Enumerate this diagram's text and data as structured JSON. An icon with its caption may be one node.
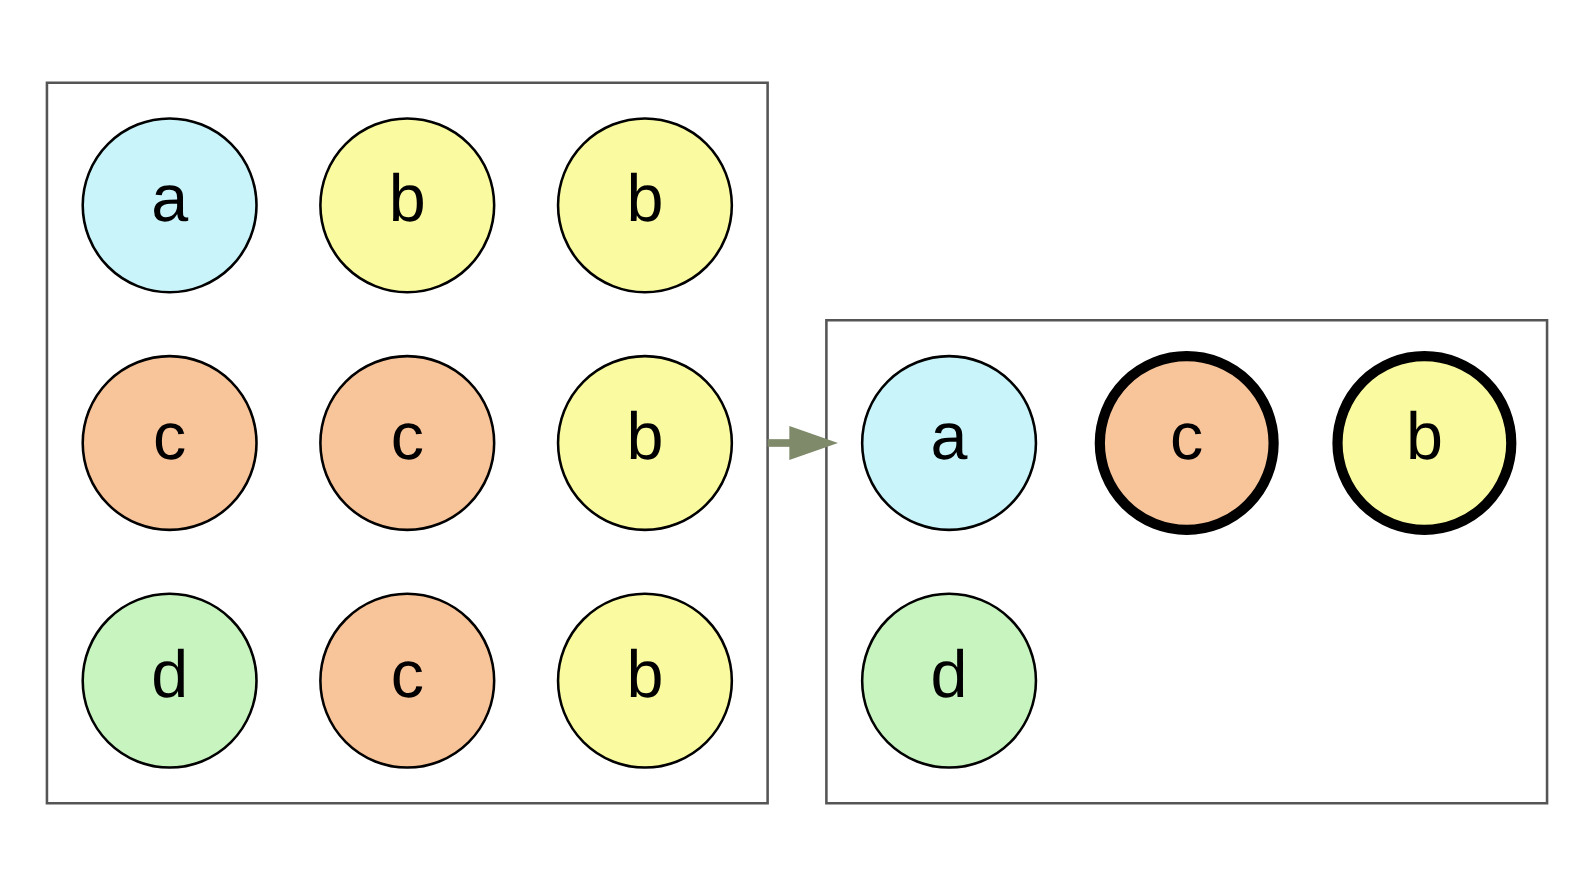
{
  "diagram": {
    "nodes": [
      {
        "text": [],
        "shape": "box"
      },
      {
        "text": [
          "a"
        ],
        "in": 0
      },
      {
        "text": [
          "b"
        ],
        "in": 0
      },
      {
        "text": [
          "b"
        ],
        "in": 0
      },
      {
        "text": [
          "c"
        ],
        "in": 0
      },
      {
        "text": [
          "c"
        ],
        "in": 0
      },
      {
        "text": [
          "b"
        ],
        "in": 0
      },
      {
        "text": [
          "d"
        ],
        "in": 0
      },
      {
        "text": [
          "c"
        ],
        "in": 0
      },
      {
        "text": [
          "b"
        ],
        "in": 0
      },
      {
        "text": [],
        "shape": "box"
      },
      {
        "text": [
          "a"
        ],
        "in": 10
      },
      {
        "text": [
          "b"
        ],
        "in": 10
      },
      {
        "text": [
          "c"
        ],
        "in": 10
      },
      {
        "text": [
          "d"
        ],
        "in": 10
      }
    ],
    "edges": [
      {
        "from": 0,
        "to": 10,
        "arrow": "to"
      }
    ]
  }
}
